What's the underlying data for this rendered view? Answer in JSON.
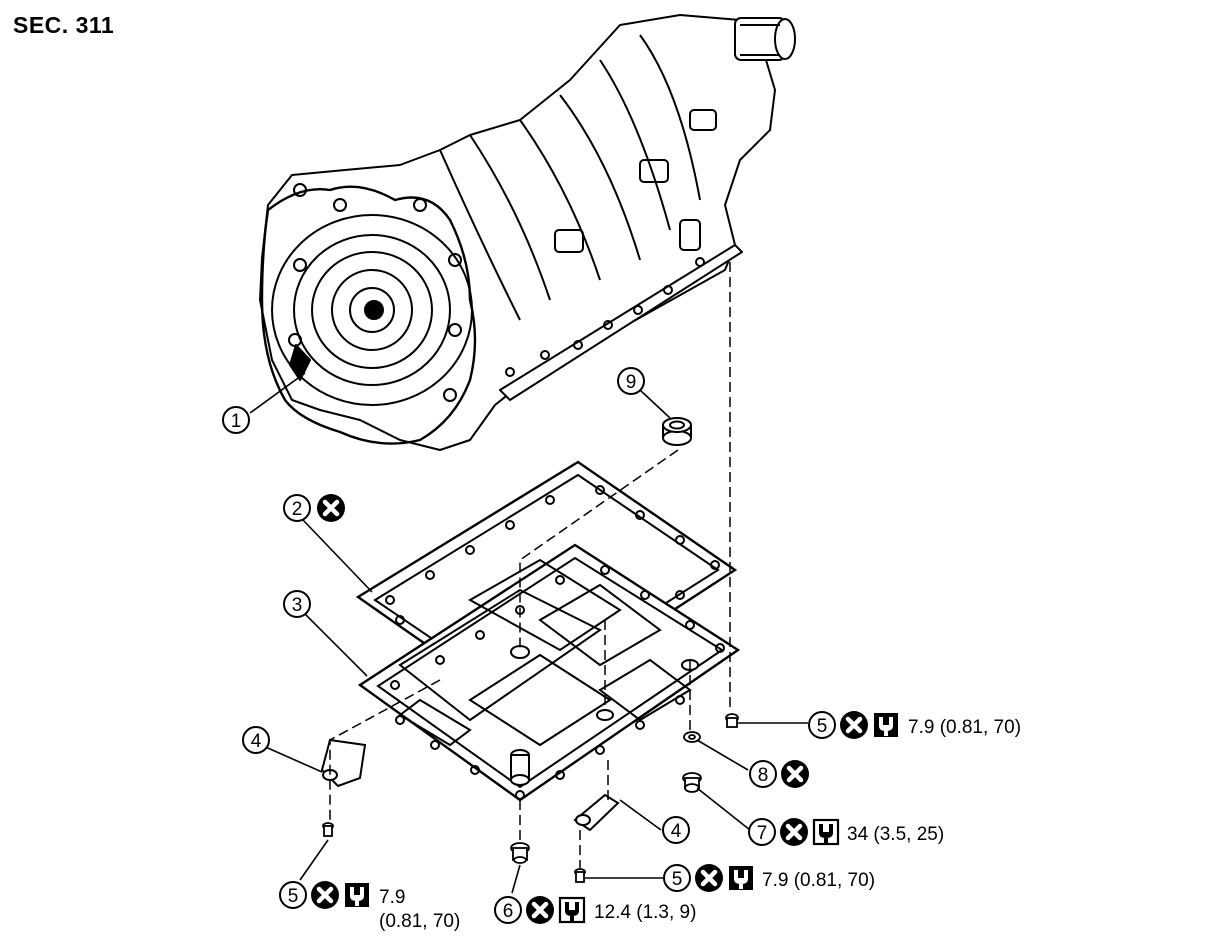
{
  "section": "SEC. 311",
  "callouts": [
    {
      "id": "c1",
      "num": "1"
    },
    {
      "id": "c2",
      "num": "2"
    },
    {
      "id": "c3",
      "num": "3"
    },
    {
      "id": "c4a",
      "num": "4"
    },
    {
      "id": "c4b",
      "num": "4"
    },
    {
      "id": "c5a",
      "num": "5"
    },
    {
      "id": "c5b",
      "num": "5"
    },
    {
      "id": "c5c",
      "num": "5"
    },
    {
      "id": "c6",
      "num": "6"
    },
    {
      "id": "c7",
      "num": "7"
    },
    {
      "id": "c8",
      "num": "8"
    },
    {
      "id": "c9",
      "num": "9"
    }
  ],
  "torque_specs": {
    "c5a": "7.9 (0.81, 70)",
    "c5b_line1": "7.9",
    "c5b_line2": "(0.81, 70)",
    "c5c": "7.9 (0.81, 70)",
    "c6": "12.4 (1.3, 9)",
    "c7": "34 (3.5, 25)"
  },
  "icons": {
    "do_not_reuse": "circle-x-icon",
    "torque_wrench": "torque-wrench-icon"
  }
}
